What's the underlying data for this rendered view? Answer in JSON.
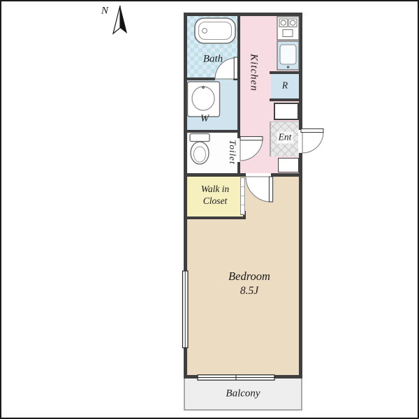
{
  "compass": {
    "label": "N"
  },
  "rooms": {
    "bath": {
      "label": "Bath",
      "color": "#cfe4ee"
    },
    "kitchen": {
      "label": "Kitchen",
      "color": "#f8dce3"
    },
    "refrigerator_space": {
      "label": "R",
      "color": "#cfe4ee"
    },
    "washroom": {
      "label": "W",
      "color": "#cfe4ee"
    },
    "toilet": {
      "label": "Toilet",
      "color": "#fdfdfd"
    },
    "entrance": {
      "label": "Ent",
      "floor_color": "#eaeaea"
    },
    "walk_in_closet": {
      "line1": "Walk in",
      "line2": "Closet",
      "color": "#f6efbe"
    },
    "bedroom": {
      "name": "Bedroom",
      "size": "8.5J",
      "color": "#ecdcc1"
    },
    "balcony": {
      "label": "Balcony",
      "color": "#eeeeee"
    }
  },
  "icons": {
    "north_arrow": "north-arrow-icon",
    "bathtub": "bathtub-icon",
    "washbasin": "washbasin-icon",
    "toilet_bowl": "toilet-bowl-icon",
    "stove": "stove-icon",
    "kitchen_sink": "kitchen-sink-icon",
    "meter_box": "meter-box",
    "shoe_cabinet": "shoe-cabinet"
  },
  "colors": {
    "wall": "#3f3f3f",
    "frame": "#1a1a1a",
    "door_leaf": "#ffffff",
    "balcony_border": "#a8a8a8"
  }
}
